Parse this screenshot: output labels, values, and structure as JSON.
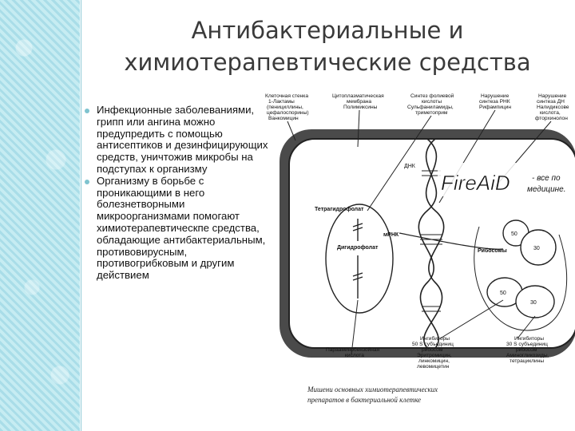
{
  "title": {
    "line1": "Антибактериальные и",
    "line2": "химиотерапевтические средства"
  },
  "bullets": [
    {
      "text": "Инфекционные заболеваниями, грипп или ангина можно предупредить с помощью антисептиков и дезинфицирующих средств, уничтожив микробы на подступах к организму"
    },
    {
      "text": "Организму в борьбе с проникающими в него болезнетворными микроорганизмами помогают химиотерапевтическпе средства, обладающие антибактериальным, противовирусным, противогрибковым и другим действием"
    }
  ],
  "figure": {
    "top_labels": [
      {
        "line1": "Клеточная стенка",
        "line2": "1-Лактамы",
        "line3": "(пенициллины,",
        "line4": "цефалоспорины)",
        "line5": "Ванкомицин"
      },
      {
        "line1": "Цитоплазматическая",
        "line2": "мембрана",
        "line3": "Полимиксины"
      },
      {
        "line1": "Синтез фолиевой",
        "line2": "кислоты",
        "line3": "Сульфаниламиды,",
        "line4": "триметоприм"
      },
      {
        "line1": "Нарушение",
        "line2": "синтеза РНК",
        "line3": "Рифампицин"
      },
      {
        "line1": "Нарушение",
        "line2": "синтеза ДН",
        "line3": "Налидиксове",
        "line4": "кислота,",
        "line5": "фторхинолон"
      }
    ],
    "inner": {
      "dna": "ДНК",
      "thf": "Тетрагидрофолат",
      "dhf": "Дигидрофолат",
      "mrna": "мРНК",
      "ribosomes": "Рибосомы",
      "r50_top": "50",
      "r30_top": "30",
      "r50_bot": "50",
      "r30_bot": "30"
    },
    "watermark": {
      "brand": "FireAiD",
      "tagline_1": "- все по",
      "tagline_2": "медицине."
    },
    "bottom_labels": [
      {
        "line1": "Парааминобензойная",
        "line2": "кислота"
      },
      {
        "line1": "Ингибиторы",
        "line2": "50 S субъединиц",
        "line3": "рибосом",
        "line4": "Эритромицин,",
        "line5": "линкомицин,",
        "line6": "левомицетин"
      },
      {
        "line1": "Ингибиторы",
        "line2": "30 S субъединиц",
        "line3": "рибосом",
        "line4": "Аминогликозиды,",
        "line5": "тетрациклины"
      }
    ],
    "caption": {
      "line1": "Мишени основных химиотерапевтических",
      "line2": "препаратов в бактериальной клетке"
    }
  },
  "colors": {
    "sidebar": "#b8e6ee",
    "bullet": "#7fc3cf",
    "watermark_blue": "#2a7fc4"
  }
}
